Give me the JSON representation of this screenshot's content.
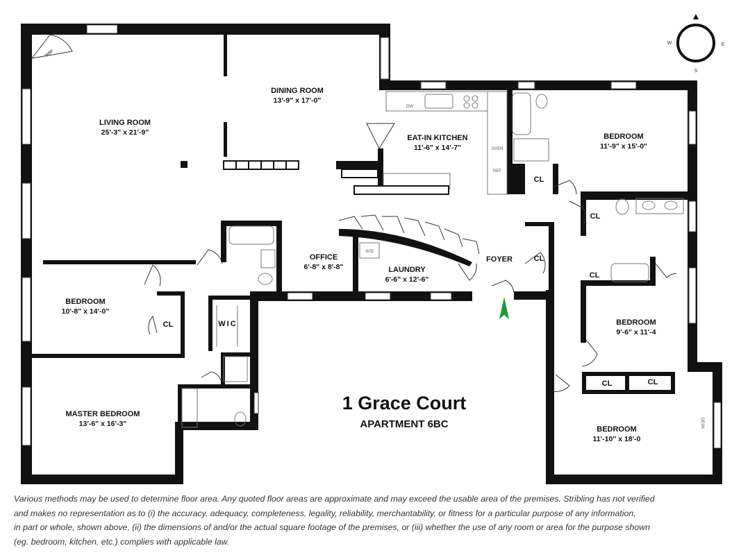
{
  "title": "1 Grace Court",
  "subtitle": "APARTMENT 6BC",
  "compass": {
    "n": "",
    "w": "W",
    "e": "E",
    "s": "S"
  },
  "rooms": {
    "living": {
      "label": "LIVING ROOM",
      "dims": "25'-3\" x 21'-9\""
    },
    "dining": {
      "label": "DINING ROOM",
      "dims": "13'-9\" x 17'-0\""
    },
    "kitchen": {
      "label": "EAT-IN KITCHEN",
      "dims": "11'-6\" x 14'-7\""
    },
    "bedroom_ne": {
      "label": "BEDROOM",
      "dims": "11'-9\" x 15'-0\""
    },
    "office": {
      "label": "OFFICE",
      "dims": "6'-8\" x 8'-8\""
    },
    "laundry": {
      "label": "LAUNDRY",
      "dims": "6'-6\" x 12'-6\""
    },
    "foyer": {
      "label": "FOYER"
    },
    "bedroom_w": {
      "label": "BEDROOM",
      "dims": "10'-8\" x 14'-0\""
    },
    "master": {
      "label": "MASTER BEDROOM",
      "dims": "13'-6\" x 16'-3\""
    },
    "bedroom_e": {
      "label": "BEDROOM",
      "dims": "9'-6\" x 11'-4"
    },
    "bedroom_se": {
      "label": "BEDROOM",
      "dims": "11'-10\" x 18'-0"
    }
  },
  "closet_label": "CL",
  "wic_label": "WIC",
  "fixtures": {
    "wbf": "WBF",
    "dw": "DW",
    "oven": "OVEN",
    "ref": "REF",
    "wd": "W/D",
    "desk": "DESK"
  },
  "colors": {
    "wall": "#111111",
    "window": "#ffffff",
    "fixture": "#777777",
    "entry_arrow": "#1f9a3a"
  },
  "disclaimer": [
    "Various methods may be used to determine floor area. Any quoted floor areas are approximate and may exceed the usable area of the premises. Stribling has not verified",
    "and makes no representation as to (i) the accuracy, adequacy, completeness, legality, reliability, merchantability, or fitness for a particular purpose of any information,",
    "in part or whole, shown above, (ii) the dimensions of and/or the actual square footage of the premises, or (iii) whether the use of any room or area for the purpose shown",
    "(eg. bedroom, kitchen, etc.) complies with applicable law."
  ]
}
